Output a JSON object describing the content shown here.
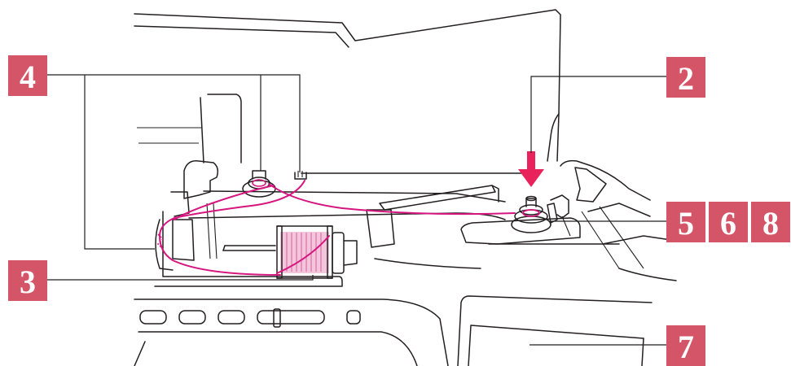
{
  "colors": {
    "badge": "#d45567",
    "thread": "#d6157f",
    "arrow": "#e8225a",
    "line": "#231f20",
    "spool_fill": "#f2c6db"
  },
  "icons": {
    "arrow": "down-arrow-icon"
  },
  "callouts": [
    {
      "id": "4",
      "label": "4"
    },
    {
      "id": "2",
      "label": "2"
    },
    {
      "id": "3",
      "label": "3"
    },
    {
      "id": "5",
      "label": "5"
    },
    {
      "id": "6",
      "label": "6"
    },
    {
      "id": "8",
      "label": "8"
    },
    {
      "id": "7",
      "label": "7"
    }
  ]
}
